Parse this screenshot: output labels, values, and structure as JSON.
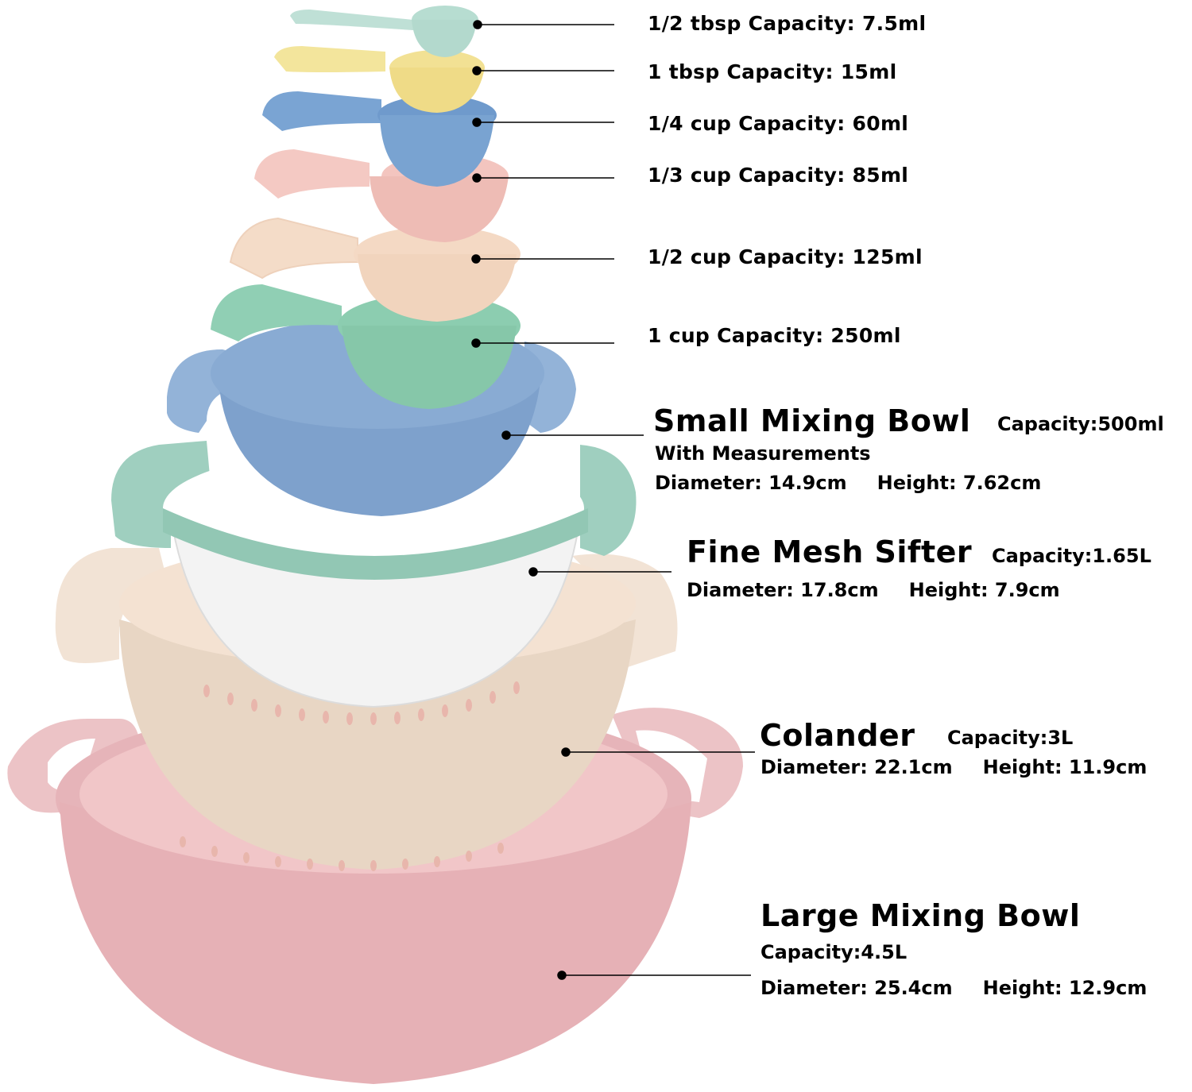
{
  "colors": {
    "mint": "#b9ddd3",
    "yellow": "#f1e39a",
    "blue": "#7fa3cf",
    "pink": "#efc1bd",
    "beige": "#f0d9c6",
    "green": "#86c4ac",
    "colander": "#efe0d0",
    "large_bowl": "#e9b8bd",
    "sifter_mesh": "#f2f2f2",
    "text": "#000000",
    "background": "#ffffff"
  },
  "measuring_cups": [
    {
      "label": "1/2 tbsp Capacity: 7.5ml",
      "color_name": "mint"
    },
    {
      "label": "1 tbsp Capacity: 15ml",
      "color_name": "yellow"
    },
    {
      "label": "1/4 cup Capacity: 60ml",
      "color_name": "blue"
    },
    {
      "label": "1/3 cup Capacity: 85ml",
      "color_name": "pink"
    },
    {
      "label": "1/2 cup Capacity: 125ml",
      "color_name": "beige"
    },
    {
      "label": "1 cup Capacity: 250ml",
      "color_name": "green"
    }
  ],
  "small_bowl": {
    "title": "Small Mixing Bowl",
    "capacity": "Capacity:500ml",
    "subtitle": "With Measurements",
    "diameter": "Diameter: 14.9cm",
    "height": "Height: 7.62cm"
  },
  "sifter": {
    "title": "Fine Mesh Sifter",
    "capacity": "Capacity:1.65L",
    "diameter": "Diameter: 17.8cm",
    "height": "Height: 7.9cm"
  },
  "colander": {
    "title": "Colander",
    "capacity": "Capacity:3L",
    "diameter": "Diameter: 22.1cm",
    "height": "Height: 11.9cm"
  },
  "large_bowl": {
    "title": "Large Mixing Bowl",
    "capacity": "Capacity:4.5L",
    "diameter": "Diameter: 25.4cm",
    "height": "Height: 12.9cm"
  }
}
